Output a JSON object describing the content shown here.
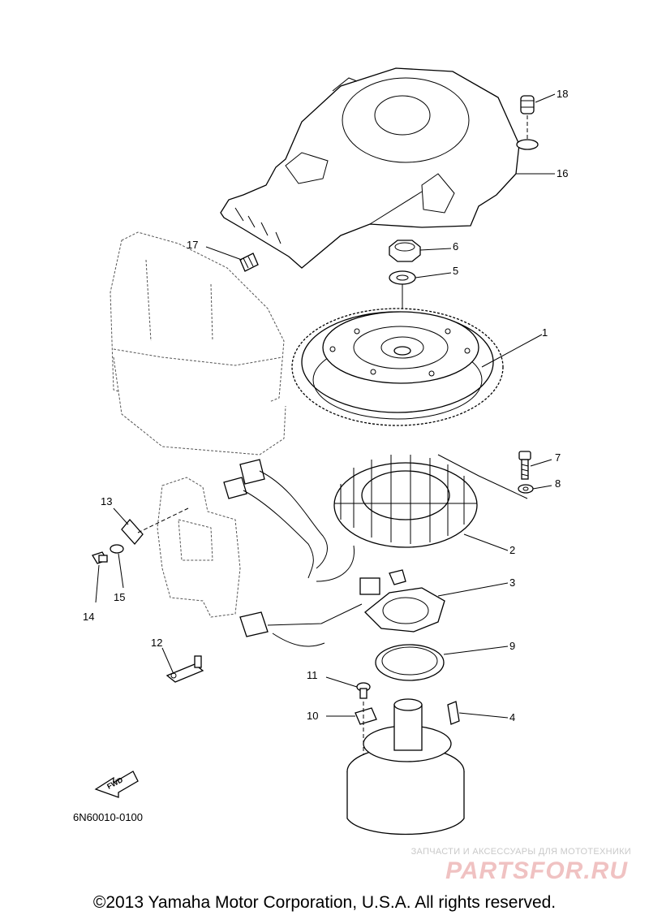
{
  "diagram": {
    "callouts": [
      "1",
      "2",
      "3",
      "4",
      "5",
      "6",
      "7",
      "8",
      "9",
      "10",
      "11",
      "12",
      "13",
      "14",
      "15",
      "16",
      "17",
      "18"
    ],
    "fwd_label": "FWD",
    "part_code": "6N60010-0100"
  },
  "footer": {
    "copyright": "©2013 Yamaha Motor Corporation, U.S.A. All rights reserved."
  },
  "watermark": {
    "tagline": "ЗАПЧАСТИ И АКСЕССУАРЫ ДЛЯ МОТОТЕХНИКИ",
    "brand": "PARTSFOR.RU"
  }
}
